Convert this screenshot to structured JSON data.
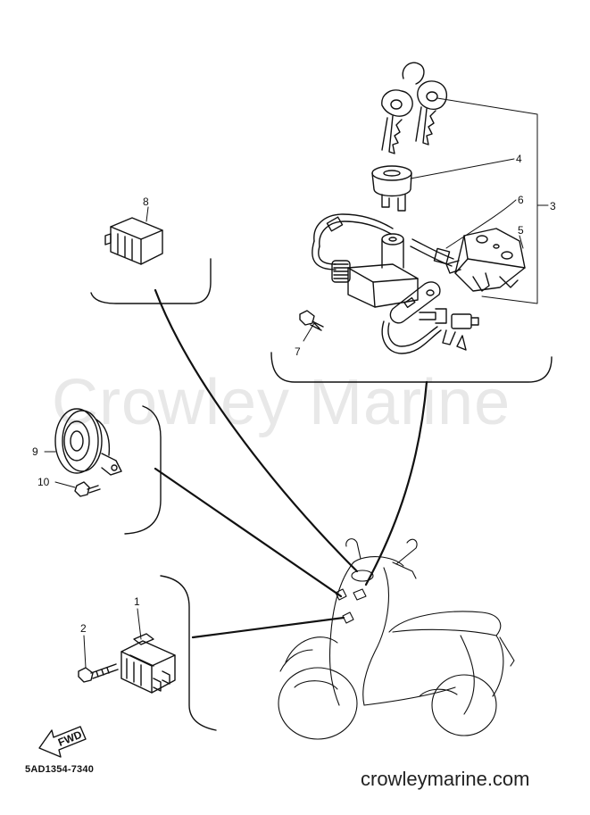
{
  "watermark": "Crowley Marine",
  "footer": {
    "site": "crowleymarine.com",
    "part_code": "5AD1354-7340"
  },
  "callouts": [
    {
      "id": "1",
      "label": "1",
      "part": "relay-unit"
    },
    {
      "id": "2",
      "label": "2",
      "part": "relay-bolt"
    },
    {
      "id": "3",
      "label": "3",
      "part": "main-switch-assembly"
    },
    {
      "id": "4",
      "label": "4",
      "part": "lock-cylinder"
    },
    {
      "id": "5",
      "label": "5",
      "part": "seat-lock-bracket"
    },
    {
      "id": "6",
      "label": "6",
      "part": "wire-lead"
    },
    {
      "id": "7",
      "label": "7",
      "part": "switch-bolt"
    },
    {
      "id": "8",
      "label": "8",
      "part": "flasher-relay"
    },
    {
      "id": "9",
      "label": "9",
      "part": "horn"
    },
    {
      "id": "10",
      "label": "10",
      "part": "horn-bolt"
    }
  ],
  "fwd_arrow": {
    "label": "FWD"
  },
  "colors": {
    "ink": "#111111",
    "watermark": "#e8e8e8",
    "background": "#ffffff"
  }
}
